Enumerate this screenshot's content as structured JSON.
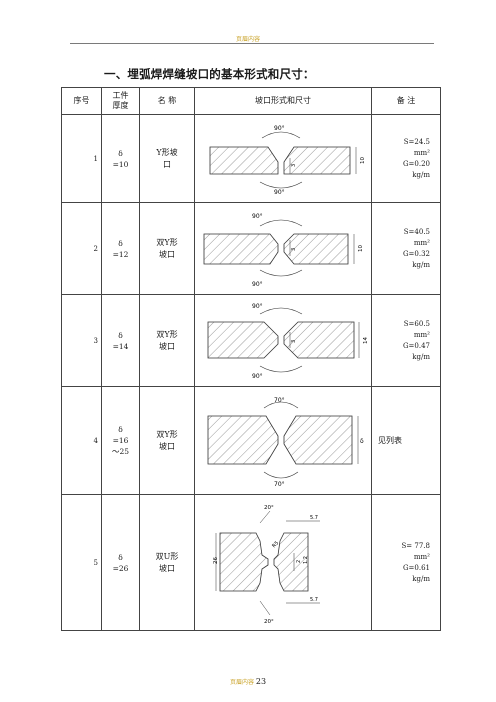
{
  "header": {
    "text": "页眉内容"
  },
  "title": "一、埋弧焊焊缝坡口的基本形式和尺寸：",
  "table": {
    "columns": {
      "seq": "序号",
      "thickness": "工件\n厚度",
      "name": "名 称",
      "form": "坡口形式和尺寸",
      "note": "备 注"
    },
    "rows": [
      {
        "seq": "1",
        "thickness": "δ\n=10",
        "name": "Y形坡\n口",
        "note": "S=24.5\nmm²\nG=0.20\nkg/m",
        "dims": {
          "angle_top": "90°",
          "angle_bottom": "90°",
          "plate": "10",
          "root": "3"
        }
      },
      {
        "seq": "2",
        "thickness": "δ\n=12",
        "name": "双Y形\n坡口",
        "note": "S=40.5\nmm²\nG=0.32\nkg/m",
        "dims": {
          "angle_top": "90°",
          "angle_bottom": "90°",
          "plate": "10",
          "root": "3"
        }
      },
      {
        "seq": "3",
        "thickness": "δ\n=14",
        "name": "双Y形\n坡口",
        "note": "S=60.5\nmm²\nG=0.47\nkg/m",
        "dims": {
          "angle_top": "90°",
          "angle_bottom": "90°",
          "plate": "14",
          "root": "3"
        }
      },
      {
        "seq": "4",
        "thickness": "δ\n=16\n～25",
        "name": "双Y形\n坡口",
        "note": "见列表",
        "dims": {
          "angle_top": "70°",
          "angle_bottom": "70°",
          "plate": "δ"
        }
      },
      {
        "seq": "5",
        "thickness": "δ\n=26",
        "name": "双U形\n坡口",
        "note": "S= 77.8\nmm²\nG=0.61\nkg/m",
        "dims": {
          "angle_top": "20°",
          "angle_bottom": "20°",
          "plate": "26",
          "upper": "5.7",
          "lower": "5.7",
          "radius": "R5",
          "root": "2",
          "mid": "1.2"
        }
      }
    ]
  },
  "footer": {
    "text": "页眉内容",
    "page": "23"
  }
}
